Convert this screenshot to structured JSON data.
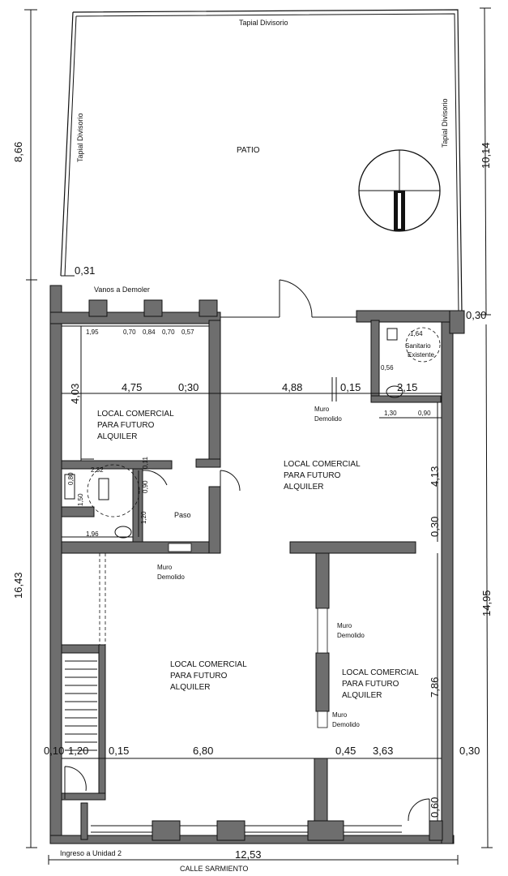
{
  "labels": {
    "tapial_top": "Tapial Divisorio",
    "tapial_left": "Tapial Divisorio",
    "tapial_right": "Tapial Divisorio",
    "patio": "PATIO",
    "vanos": "Vanos a Demoler",
    "sanitario": "Sanitario",
    "existente": "Existente",
    "muro_demolido_1": "Muro",
    "muro_demolido_1b": "Demolido",
    "muro_demolido_2": "Muro",
    "muro_demolido_2b": "Demolido",
    "muro_demolido_3": "Muro",
    "muro_demolido_3b": "Demolido",
    "muro_demolido_4": "Muro",
    "muro_demolido_4b": "Demolido",
    "paso": "Paso",
    "local_a_1": "LOCAL COMERCIAL",
    "local_a_2": "PARA FUTURO",
    "local_a_3": "ALQUILER",
    "local_b_1": "LOCAL COMERCIAL",
    "local_b_2": "PARA FUTURO",
    "local_b_3": "ALQUILER",
    "local_c_1": "LOCAL COMERCIAL",
    "local_c_2": "PARA FUTURO",
    "local_c_3": "ALQUILER",
    "local_d_1": "LOCAL COMERCIAL",
    "local_d_2": "PARA FUTURO",
    "local_d_3": "ALQUILER",
    "ingreso": "Ingreso a Unidad 2",
    "calle": "CALLE SARMIENTO"
  },
  "dims": {
    "d866": "8,66",
    "d1014": "10,14",
    "d031": "0,31",
    "d030_top": "0,30",
    "d195": "1,95",
    "d070a": "0,70",
    "d084": "0,84",
    "d070b": "0,70",
    "d057": "0,57",
    "d164": "1,64",
    "d056": "0,56",
    "d403": "4,03",
    "d475": "4,75",
    "d030_mid": "0;30",
    "d488": "4,88",
    "d015": "0,15",
    "d215": "2,15",
    "d130": "1,30",
    "d090": "0,90",
    "d413": "4,13",
    "d030_right": "0,30",
    "d232": "2,32",
    "d011": "0,11",
    "d090b": "0,90",
    "d080": "0,80",
    "d150": "1,50",
    "d120": "1,20",
    "d196": "1,96",
    "d1643": "16,43",
    "d1495": "14,95",
    "d786": "7,86",
    "d010": "0,10",
    "d120b": "1,20",
    "d015b": "0,15",
    "d680": "6,80",
    "d045": "0,45",
    "d363": "3,63",
    "d030_bot": "0,30",
    "d060": "0,60",
    "d1253": "12,53"
  }
}
